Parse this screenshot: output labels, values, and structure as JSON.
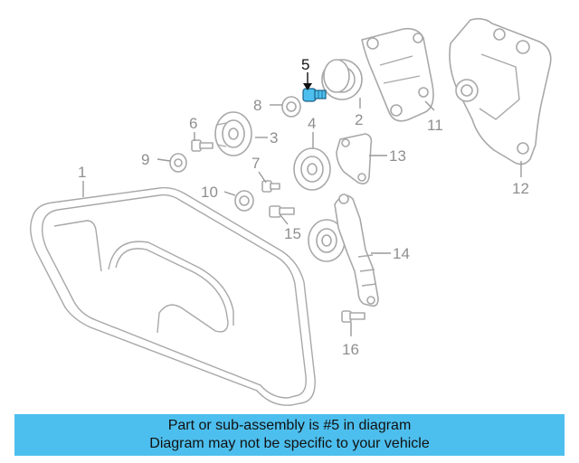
{
  "highlight_color": "#4dbfee",
  "callouts": {
    "c1": "1",
    "c2": "2",
    "c3": "3",
    "c4": "4",
    "c5": "5",
    "c6": "6",
    "c7": "7",
    "c8": "8",
    "c9": "9",
    "c10": "10",
    "c11": "11",
    "c12": "12",
    "c13": "13",
    "c14": "14",
    "c15": "15",
    "c16": "16"
  },
  "banner": {
    "line1": "Part or sub-assembly is #5 in diagram",
    "line2": "Diagram may not be specific to your vehicle"
  }
}
